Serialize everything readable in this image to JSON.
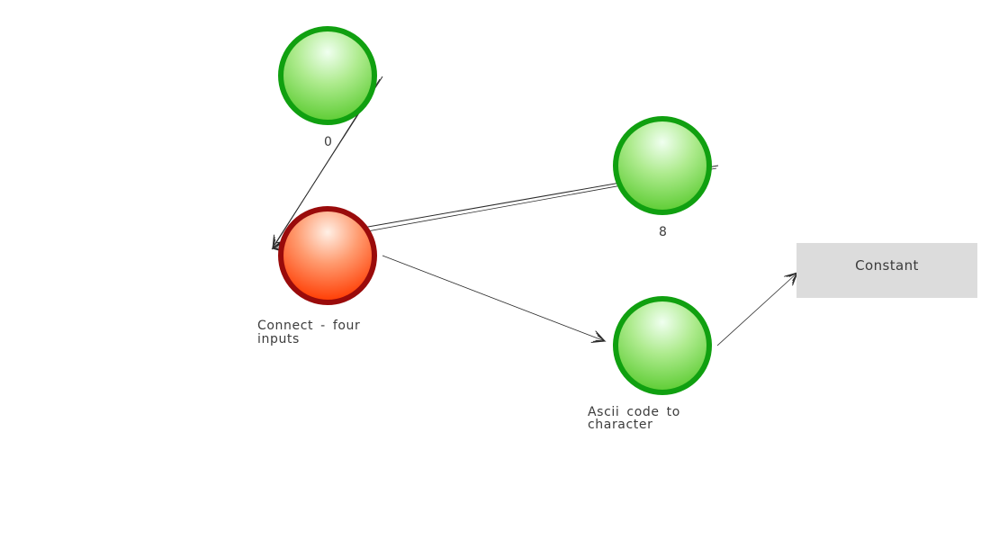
{
  "colors": {
    "node_ok_border": "#10a010",
    "node_ok_fill": "#7fd65a",
    "node_error_border": "#9a0b0b",
    "node_error_fill": "#ff5522",
    "constant_bg": "#dcdcdc",
    "edge": "#2b2b2b"
  },
  "nodes": [
    {
      "id": "zero",
      "label": "0",
      "status": "ok"
    },
    {
      "id": "eight",
      "label": "8",
      "status": "ok"
    },
    {
      "id": "connect",
      "label_line1": "Connect - four",
      "label_line2": "inputs",
      "status": "error"
    },
    {
      "id": "ascii",
      "label_line1": "Ascii code to",
      "label_line2": "character",
      "status": "ok"
    }
  ],
  "constant": {
    "label": "Constant"
  },
  "edges": [
    {
      "from": "0",
      "to": "Connect - four inputs"
    },
    {
      "from": "8",
      "to": "Connect - four inputs"
    },
    {
      "from": "Connect - four inputs",
      "to": "Ascii code to character"
    },
    {
      "from": "Ascii code to character",
      "to": "Constant"
    }
  ]
}
